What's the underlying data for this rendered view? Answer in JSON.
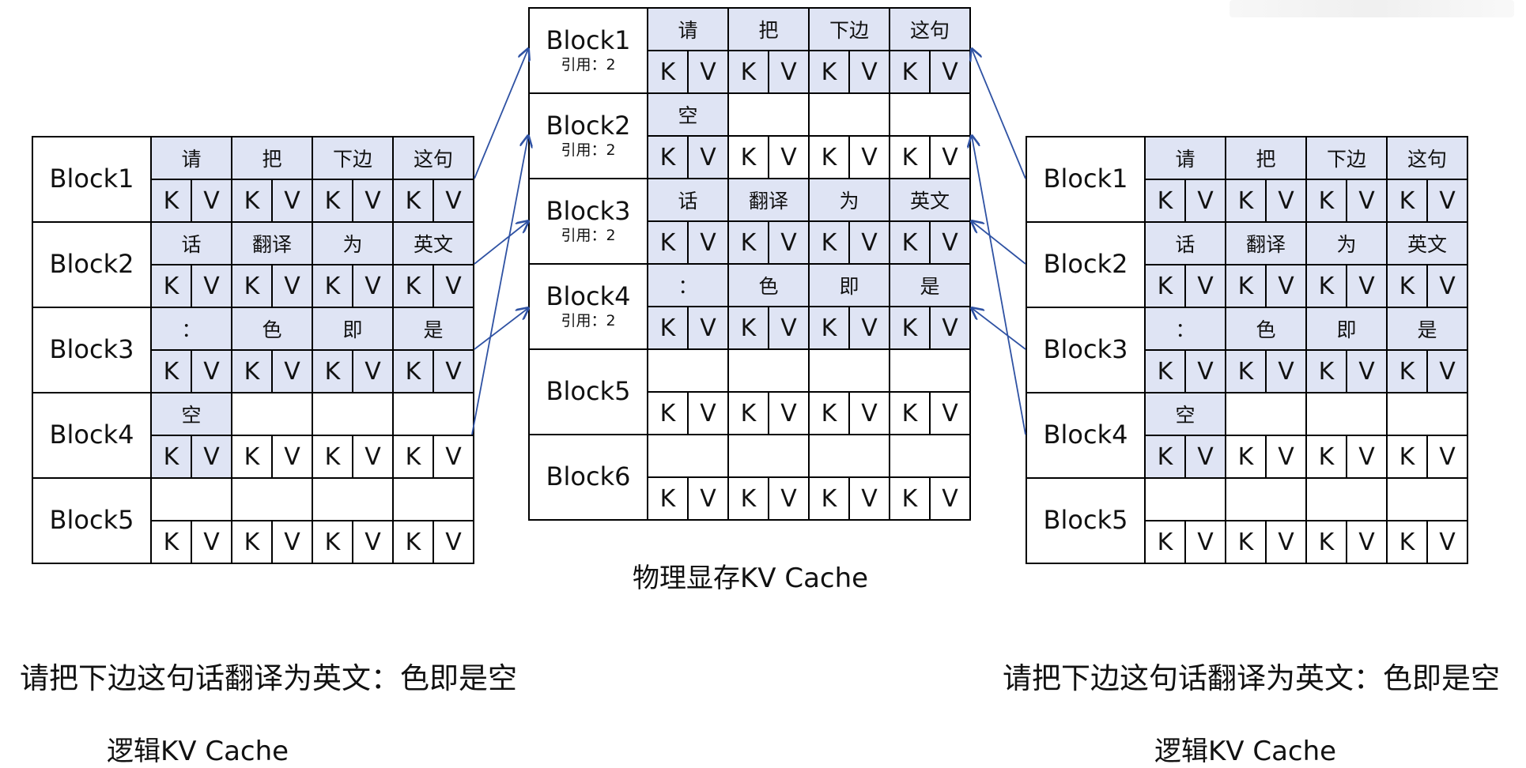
{
  "kv": [
    "K",
    "V"
  ],
  "ref_label": "引用：2",
  "left_table": {
    "blocks": [
      {
        "label": "Block1",
        "tokens": [
          "请",
          "把",
          "下边",
          "这句"
        ],
        "filled": 4
      },
      {
        "label": "Block2",
        "tokens": [
          "话",
          "翻译",
          "为",
          "英文"
        ],
        "filled": 4
      },
      {
        "label": "Block3",
        "tokens": [
          "：",
          "色",
          "即",
          "是"
        ],
        "filled": 4
      },
      {
        "label": "Block4",
        "tokens": [
          "空",
          "",
          "",
          ""
        ],
        "filled": 1
      },
      {
        "label": "Block5",
        "tokens": [
          "",
          "",
          "",
          ""
        ],
        "filled": 0
      }
    ]
  },
  "middle_table": {
    "blocks": [
      {
        "label": "Block1",
        "ref": "引用：2",
        "tokens": [
          "请",
          "把",
          "下边",
          "这句"
        ],
        "filled": 4
      },
      {
        "label": "Block2",
        "ref": "引用：2",
        "tokens": [
          "空",
          "",
          "",
          ""
        ],
        "filled": 1
      },
      {
        "label": "Block3",
        "ref": "引用：2",
        "tokens": [
          "话",
          "翻译",
          "为",
          "英文"
        ],
        "filled": 4
      },
      {
        "label": "Block4",
        "ref": "引用：2",
        "tokens": [
          "：",
          "色",
          "即",
          "是"
        ],
        "filled": 4
      },
      {
        "label": "Block5",
        "ref": "",
        "tokens": [
          "",
          "",
          "",
          ""
        ],
        "filled": 0
      },
      {
        "label": "Block6",
        "ref": "",
        "tokens": [
          "",
          "",
          "",
          ""
        ],
        "filled": 0
      }
    ]
  },
  "right_table": {
    "blocks": [
      {
        "label": "Block1",
        "tokens": [
          "请",
          "把",
          "下边",
          "这句"
        ],
        "filled": 4
      },
      {
        "label": "Block2",
        "tokens": [
          "话",
          "翻译",
          "为",
          "英文"
        ],
        "filled": 4
      },
      {
        "label": "Block3",
        "tokens": [
          "：",
          "色",
          "即",
          "是"
        ],
        "filled": 4
      },
      {
        "label": "Block4",
        "tokens": [
          "空",
          "",
          "",
          ""
        ],
        "filled": 1
      },
      {
        "label": "Block5",
        "tokens": [
          "",
          "",
          "",
          ""
        ],
        "filled": 0
      }
    ]
  },
  "captions": {
    "physical": "物理显存KV Cache",
    "sentence_left": "请把下边这句话翻译为英文：色即是空",
    "sentence_right": "请把下边这句话翻译为英文：色即是空",
    "logical_left": "逻辑KV Cache",
    "logical_right": "逻辑KV Cache"
  },
  "colors": {
    "filled_cell": "#dfe4f4",
    "arrow": "#2f52a3",
    "border": "#000000"
  }
}
